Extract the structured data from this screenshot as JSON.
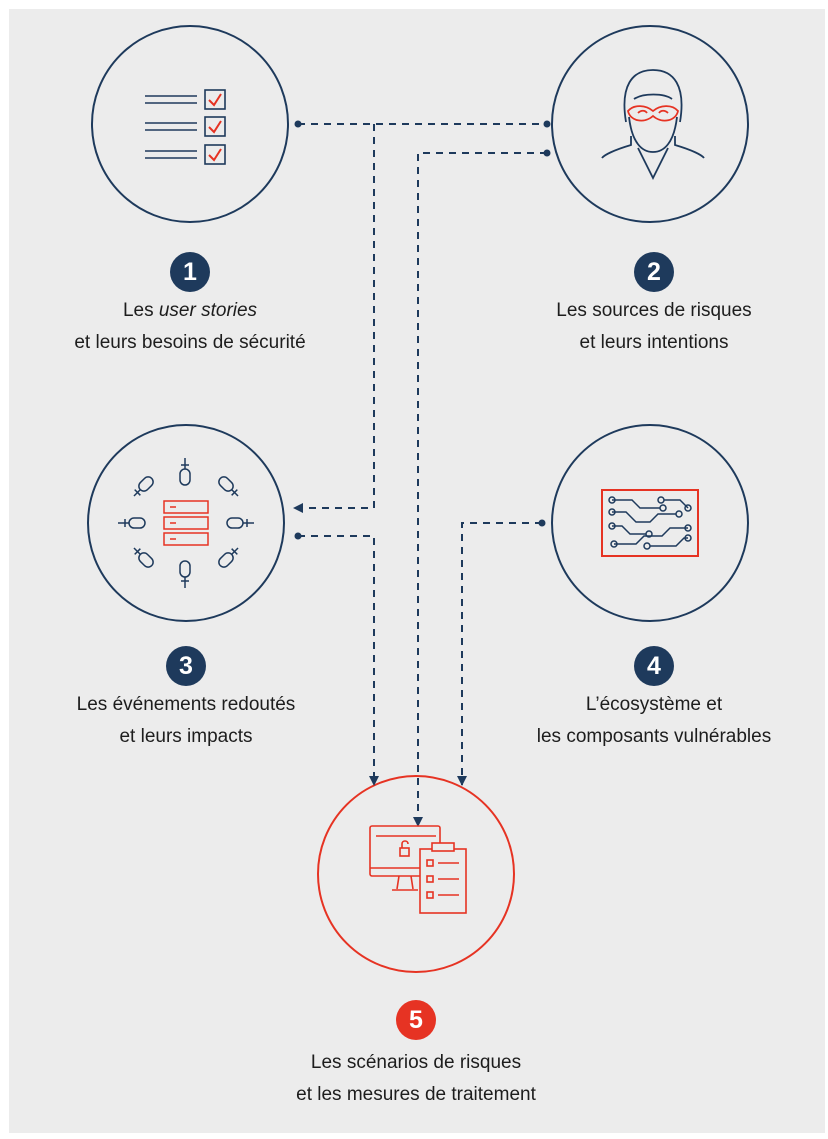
{
  "colors": {
    "navy": "#1e3a5c",
    "red": "#e63323",
    "background": "#ececec"
  },
  "steps": [
    {
      "number": "1",
      "icon": "checklist-icon",
      "line1_prefix": "Les ",
      "line1_italic": "user stories",
      "line2": "et leurs besoins de sécurité"
    },
    {
      "number": "2",
      "icon": "masked-person-icon",
      "line1": "Les sources de risques",
      "line2": "et leurs intentions"
    },
    {
      "number": "3",
      "icon": "server-under-attack-icon",
      "line1": "Les événements redoutés",
      "line2": "et leurs impacts"
    },
    {
      "number": "4",
      "icon": "circuit-board-icon",
      "line1": "L’écosystème et",
      "line2": "les composants vulnérables"
    },
    {
      "number": "5",
      "icon": "computer-checklist-icon",
      "line1": "Les scénarios de risques",
      "line2": "et les mesures de traitement"
    }
  ]
}
